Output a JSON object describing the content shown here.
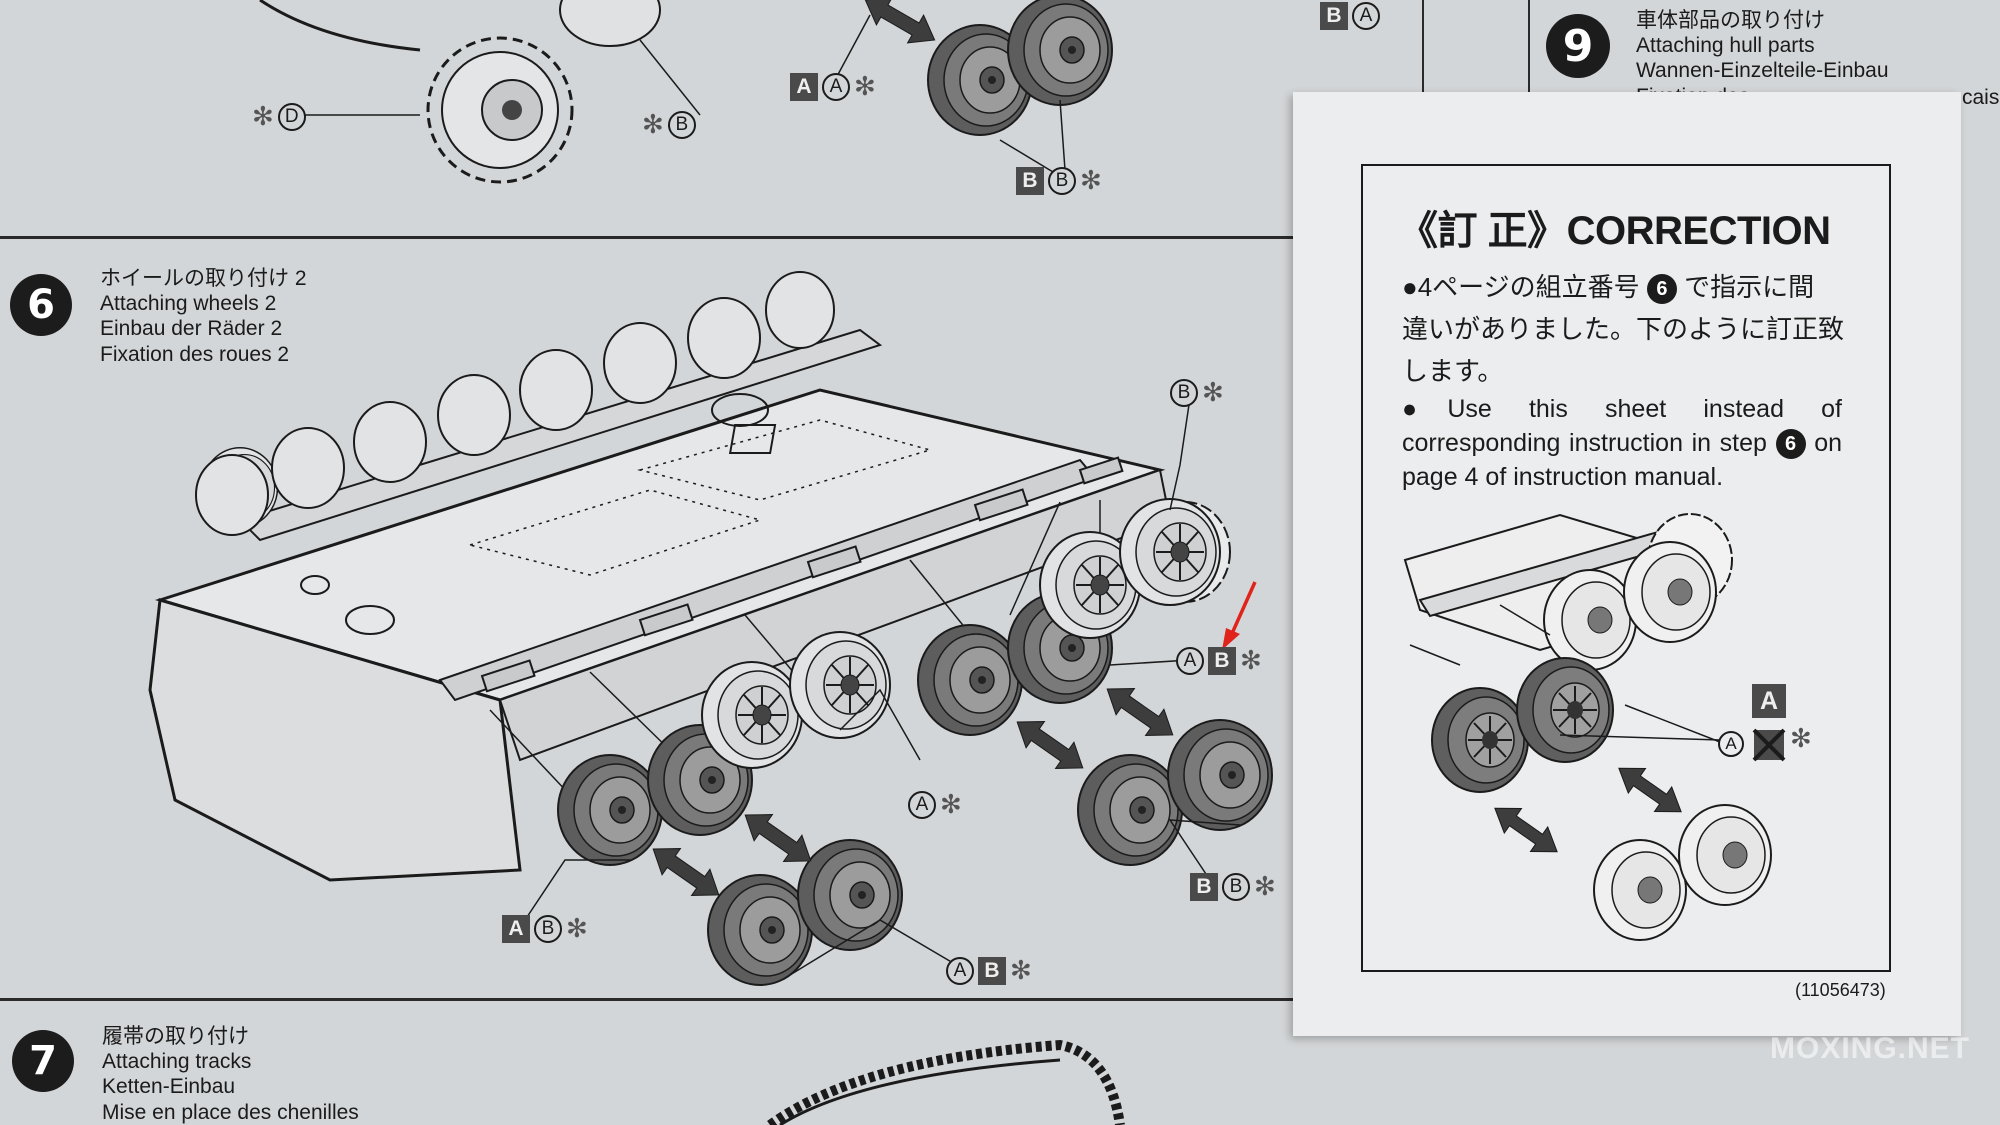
{
  "step6": {
    "number": "6",
    "title_ja": "ホイールの取り付け 2",
    "title_en": "Attaching wheels 2",
    "title_de": "Einbau der Räder 2",
    "title_fr": "Fixation des roues 2"
  },
  "step7": {
    "number": "7",
    "title_ja": "履帯の取り付け",
    "title_en": "Attaching tracks",
    "title_de": "Ketten-Einbau",
    "title_fr": "Mise en place des chenilles"
  },
  "step9": {
    "number": "9",
    "title_ja": "車体部品の取り付け",
    "title_en": "Attaching hull parts",
    "title_de": "Wannen-Einzelteile-Einbau",
    "title_fr": "Fixation des",
    "title_fr_tail": "cais"
  },
  "labels": {
    "A": "A",
    "B": "B",
    "D": "D",
    "sprue": "✻"
  },
  "correction": {
    "title": "《訂 正》CORRECTION",
    "ja_line1_pre": "●4ページの組立番号",
    "ja_line1_num": "6",
    "ja_line1_post": "で指示に間",
    "ja_line2": "違いがありました。下のように訂正致",
    "ja_line3": "します。",
    "en_pre": "●Use this sheet instead of corresponding instruction in step",
    "en_num": "6",
    "en_post": "on page 4 of instruction manual.",
    "code": "(11056473)"
  },
  "watermark": "MOXING.NET",
  "colors": {
    "paper": "#d3d6d8",
    "sheet": "#ecedee",
    "ink": "#1b1b1b",
    "arrow_red": "#e0241c"
  }
}
